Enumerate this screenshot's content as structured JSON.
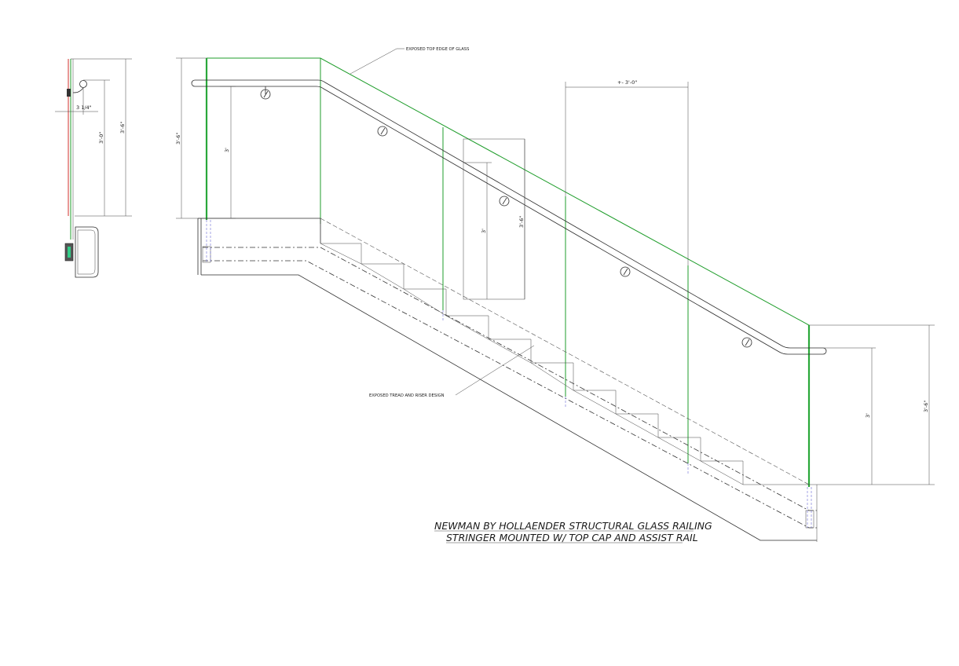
{
  "drawing": {
    "title_line1": "NEWMAN BY HOLLAENDER STRUCTURAL GLASS RAILING",
    "title_line2": "STRINGER MOUNTED W/ TOP CAP AND ASSIST RAIL",
    "notes": {
      "glass_edge": "EXPOSED TOP EDGE OF GLASS",
      "tread_riser": "EXPOSED TREAD AND RISER DESIGN"
    },
    "dimensions": {
      "side_offset": "3 1/4\"",
      "side_rail": "3'-0\"",
      "side_total": "3'-6\"",
      "left_total": "3'-6\"",
      "left_rail": "3'",
      "mid_rail": "3'",
      "mid_total": "3'-6\"",
      "panel_width": "+- 3'-0\"",
      "right_rail": "3'",
      "right_total": "3'-6\""
    },
    "colors": {
      "glass": "#1f9d2b",
      "handrail_edge": "#d0302c",
      "linework": "#2b2b2b"
    }
  }
}
